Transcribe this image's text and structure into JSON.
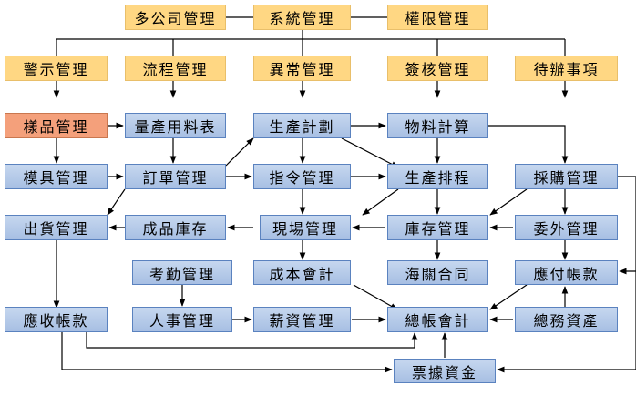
{
  "colors": {
    "yellow": "#ffd783",
    "blue": "#b3c8e8",
    "salmon": "#f4a07b",
    "line": "#000000"
  },
  "nodes": {
    "multi_company": "多公司管理",
    "system": "系統管理",
    "permission": "權限管理",
    "alert": "警示管理",
    "workflow": "流程管理",
    "exception": "異常管理",
    "approval": "簽核管理",
    "todo": "待辦事項",
    "sample": "樣品管理",
    "production_materials": "量產用料表",
    "production_plan": "生產計劃",
    "material_calc": "物料計算",
    "mold": "模具管理",
    "order": "訂單管理",
    "instruction": "指令管理",
    "schedule": "生產排程",
    "purchase": "採購管理",
    "shipping": "出貨管理",
    "finished_stock": "成品庫存",
    "onsite": "現場管理",
    "inventory": "庫存管理",
    "outsource": "委外管理",
    "attendance": "考勤管理",
    "cost_accounting": "成本會計",
    "customs": "海關合同",
    "payable": "應付帳款",
    "receivable": "應收帳款",
    "personnel": "人事管理",
    "payroll": "薪資管理",
    "general_ledger": "總帳會計",
    "general_assets": "總務資產",
    "bills_funds": "票據資金"
  }
}
